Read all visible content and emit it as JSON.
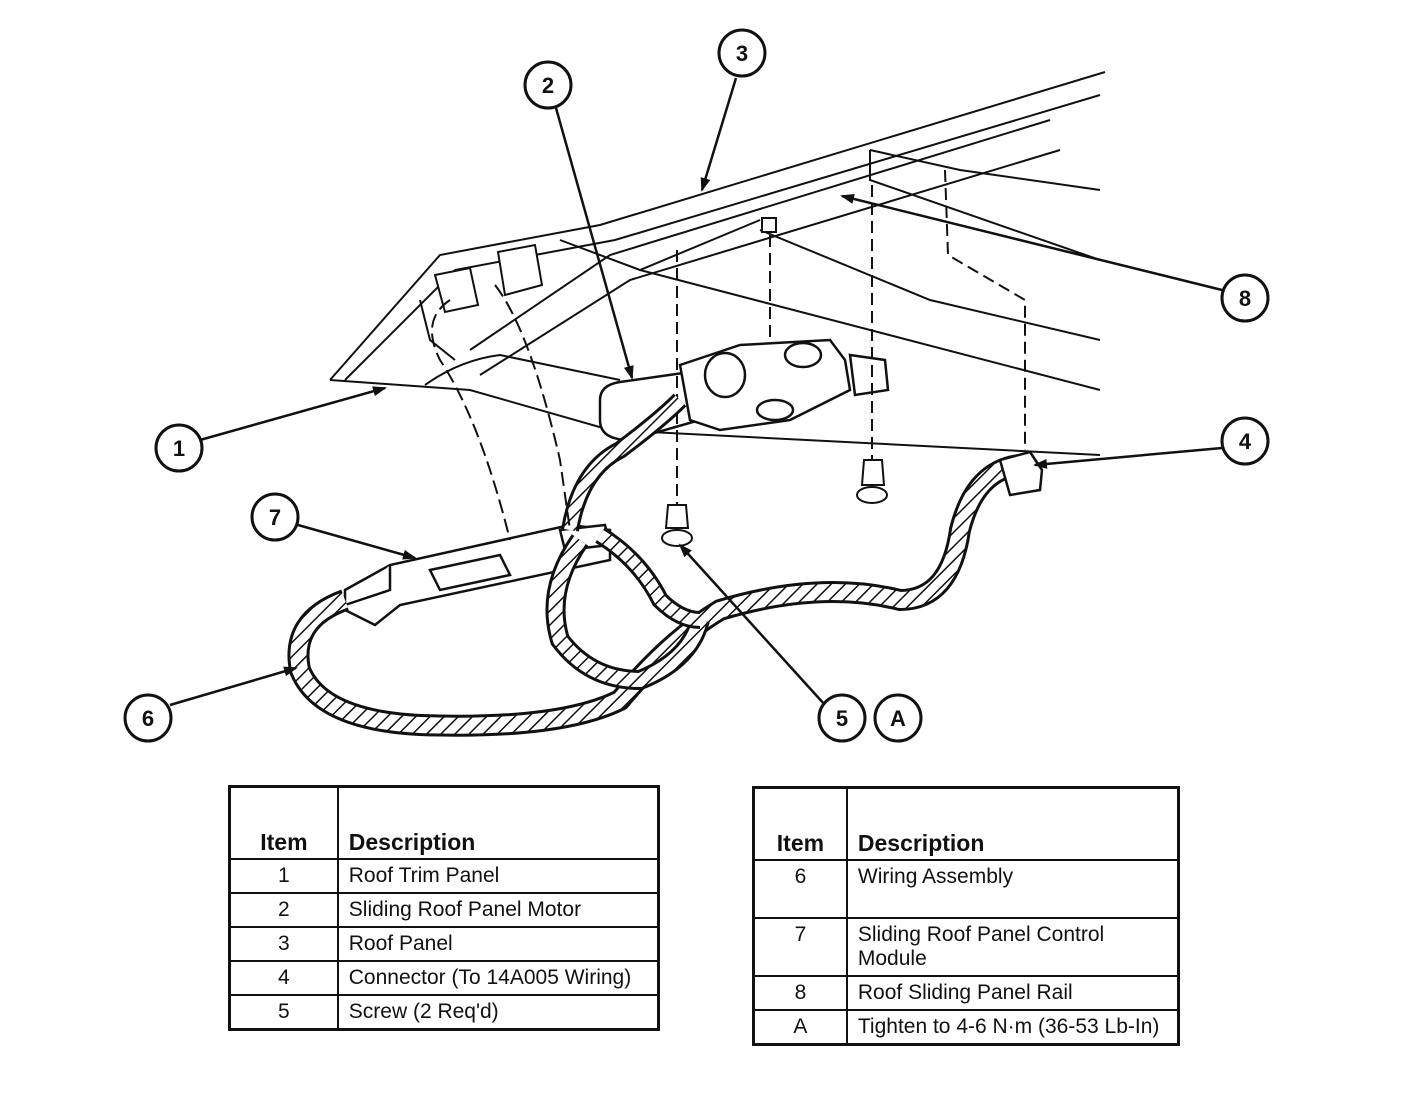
{
  "callouts": {
    "c1": "1",
    "c2": "2",
    "c3": "3",
    "c4": "4",
    "c5": "5",
    "c6": "6",
    "c7": "7",
    "c8": "8",
    "cA": "A"
  },
  "legend_left": {
    "header_item": "Item",
    "header_desc": "Description",
    "rows": [
      {
        "item": "1",
        "desc": "Roof Trim Panel"
      },
      {
        "item": "2",
        "desc": "Sliding Roof Panel Motor"
      },
      {
        "item": "3",
        "desc": "Roof Panel"
      },
      {
        "item": "4",
        "desc": "Connector (To 14A005 Wiring)"
      },
      {
        "item": "5",
        "desc": "Screw (2 Req'd)"
      }
    ]
  },
  "legend_right": {
    "header_item": "Item",
    "header_desc": "Description",
    "rows": [
      {
        "item": "6",
        "desc": "Wiring Assembly"
      },
      {
        "item": "7",
        "desc": "Sliding Roof Panel Control Module"
      },
      {
        "item": "8",
        "desc": "Roof Sliding Panel Rail"
      },
      {
        "item": "A",
        "desc": "Tighten to 4-6 N·m (36-53 Lb-In)"
      }
    ]
  }
}
